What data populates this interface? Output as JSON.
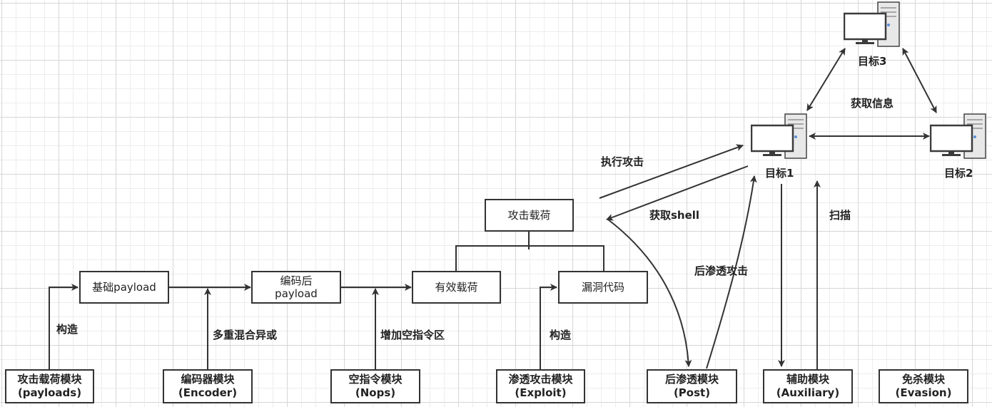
{
  "diagram": {
    "process_boxes": {
      "basic_payload": "基础payload",
      "encoded_payload_line1": "编码后",
      "encoded_payload_line2": "payload",
      "effective_payload": "有效载荷",
      "vuln_code": "漏洞代码",
      "attack_payload": "攻击载荷"
    },
    "modules": [
      {
        "name": "攻击载荷模块",
        "sub": "(payloads)"
      },
      {
        "name": "编码器模块",
        "sub": "(Encoder)"
      },
      {
        "name": "空指令模块",
        "sub": "(Nops)"
      },
      {
        "name": "渗透攻击模块",
        "sub": "(Exploit)"
      },
      {
        "name": "后渗透模块",
        "sub": "(Post)"
      },
      {
        "name": "辅助模块",
        "sub": "(Auxiliary)"
      },
      {
        "name": "免杀模块",
        "sub": "(Evasion)"
      }
    ],
    "edge_labels": {
      "construct_1": "构造",
      "xor_mix": "多重混合异或",
      "add_nops": "增加空指令区",
      "construct_2": "构造",
      "exec_attack": "执行攻击",
      "get_shell": "获取shell",
      "post_attack": "后渗透攻击",
      "scan": "扫描",
      "get_info": "获取信息"
    },
    "targets": {
      "t1": "目标1",
      "t2": "目标2",
      "t3": "目标3"
    },
    "colors": {
      "line": "#333333",
      "screen_frame": "#3b3b3b",
      "tower": "#e8e8e8",
      "tower_led": "#5a8ed6"
    }
  }
}
